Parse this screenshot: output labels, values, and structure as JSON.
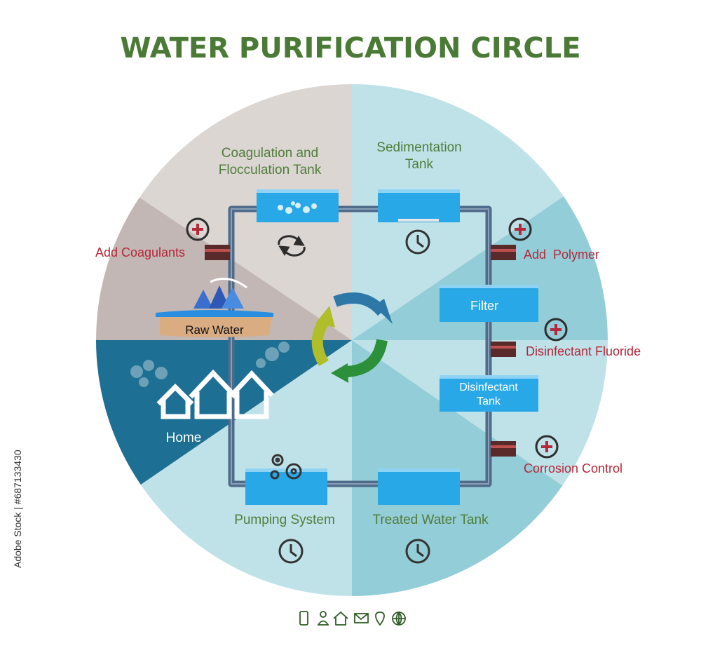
{
  "title": "WATER PURIFICATION CIRCLE",
  "stock_id": "Adobe Stock | #687133430",
  "colors": {
    "title_green": "#4a7a35",
    "label_green": "#4f7d3a",
    "label_red": "#b5273a",
    "pipe": "#4f6b8a",
    "tank_blue": "#29a8e8",
    "home_blue": "#1d6f93"
  },
  "stages": {
    "coagulation": "Coagulation and\nFlocculation Tank",
    "sedimentation": "Sedimentation\nTank",
    "filter": "Filter",
    "disinfectant_tank": "Disinfectant\nTank",
    "treated_water": "Treated Water Tank",
    "pumping": "Pumping System",
    "home": "Home",
    "raw_water": "Raw Water"
  },
  "additions": {
    "coagulants": "Add Coagulants",
    "polymer": "Add  Polymer",
    "fluoride": "Disinfectant Fluoride",
    "corrosion": "Corrosion Control"
  },
  "footer_icons": [
    "phone-icon",
    "person-icon",
    "home-icon",
    "mail-icon",
    "location-pin-icon",
    "globe-icon"
  ]
}
